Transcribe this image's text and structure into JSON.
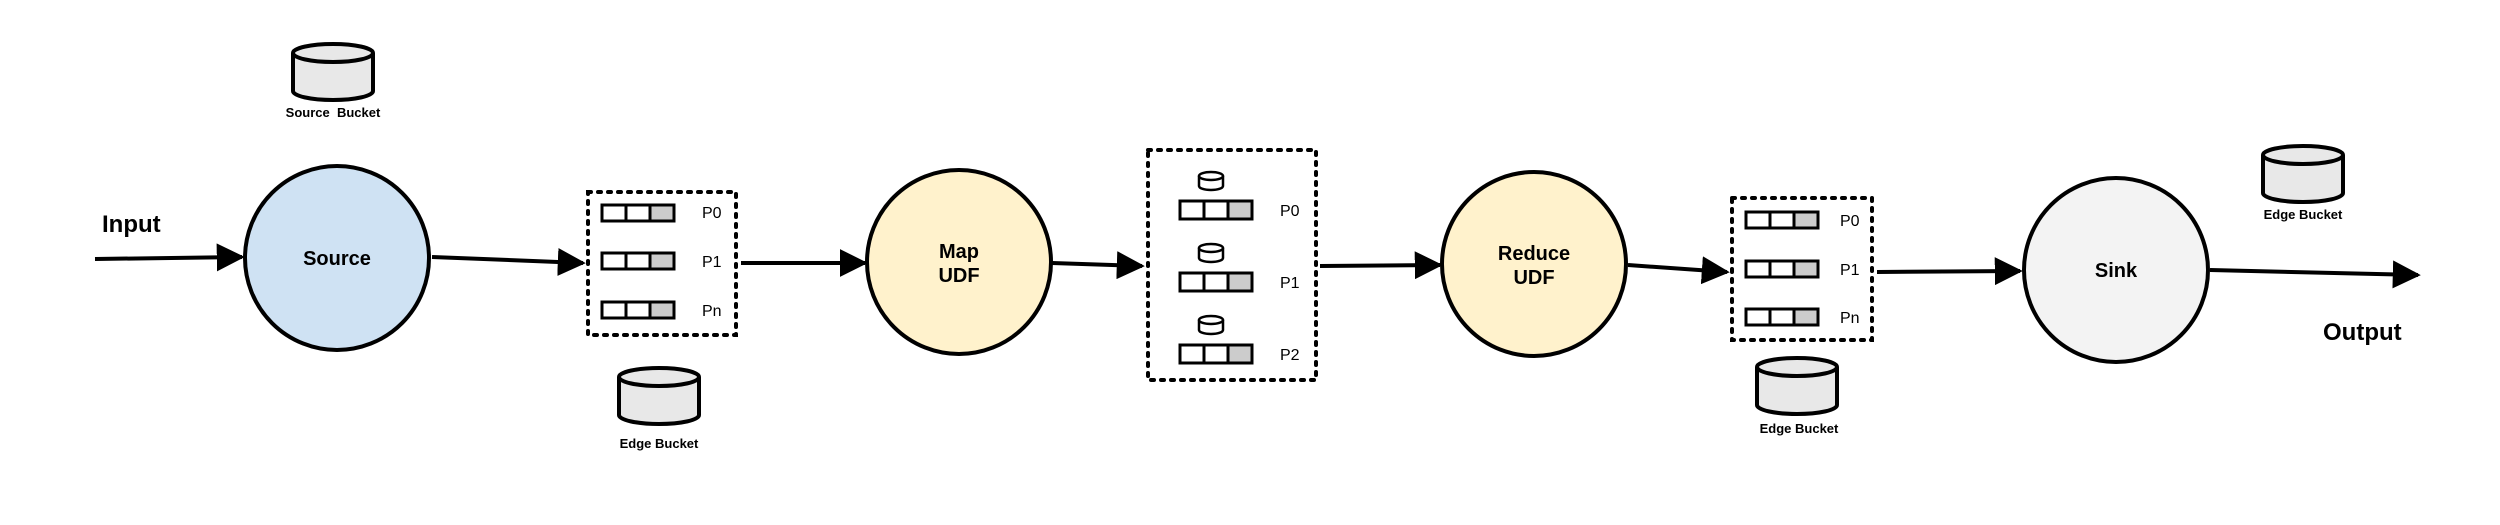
{
  "labels": {
    "input": "Input",
    "output": "Output"
  },
  "nodes": {
    "source": {
      "line1": "Source",
      "line2": "",
      "fill": "#cfe2f3"
    },
    "map": {
      "line1": "Map",
      "line2": "UDF",
      "fill": "#fff2cc"
    },
    "reduce": {
      "line1": "Reduce",
      "line2": "UDF",
      "fill": "#fff2cc"
    },
    "sink": {
      "line1": "Sink",
      "line2": "",
      "fill": "#f3f3f3"
    }
  },
  "buckets": {
    "source_bucket": "Source  Bucket",
    "edge_bucket_1": "Edge Bucket",
    "edge_bucket_2": "Edge Bucket",
    "edge_bucket_3": "Edge Bucket"
  },
  "buffer1": {
    "partitions": [
      "P0",
      "P1",
      "Pn"
    ]
  },
  "buffer2": {
    "partitions": [
      "P0",
      "P1",
      "P2"
    ]
  },
  "buffer3": {
    "partitions": [
      "P0",
      "P1",
      "Pn"
    ]
  },
  "colors": {
    "stroke": "#000000",
    "bucket_fill": "#e8e8e8",
    "cell_filled": "#cccccc"
  }
}
